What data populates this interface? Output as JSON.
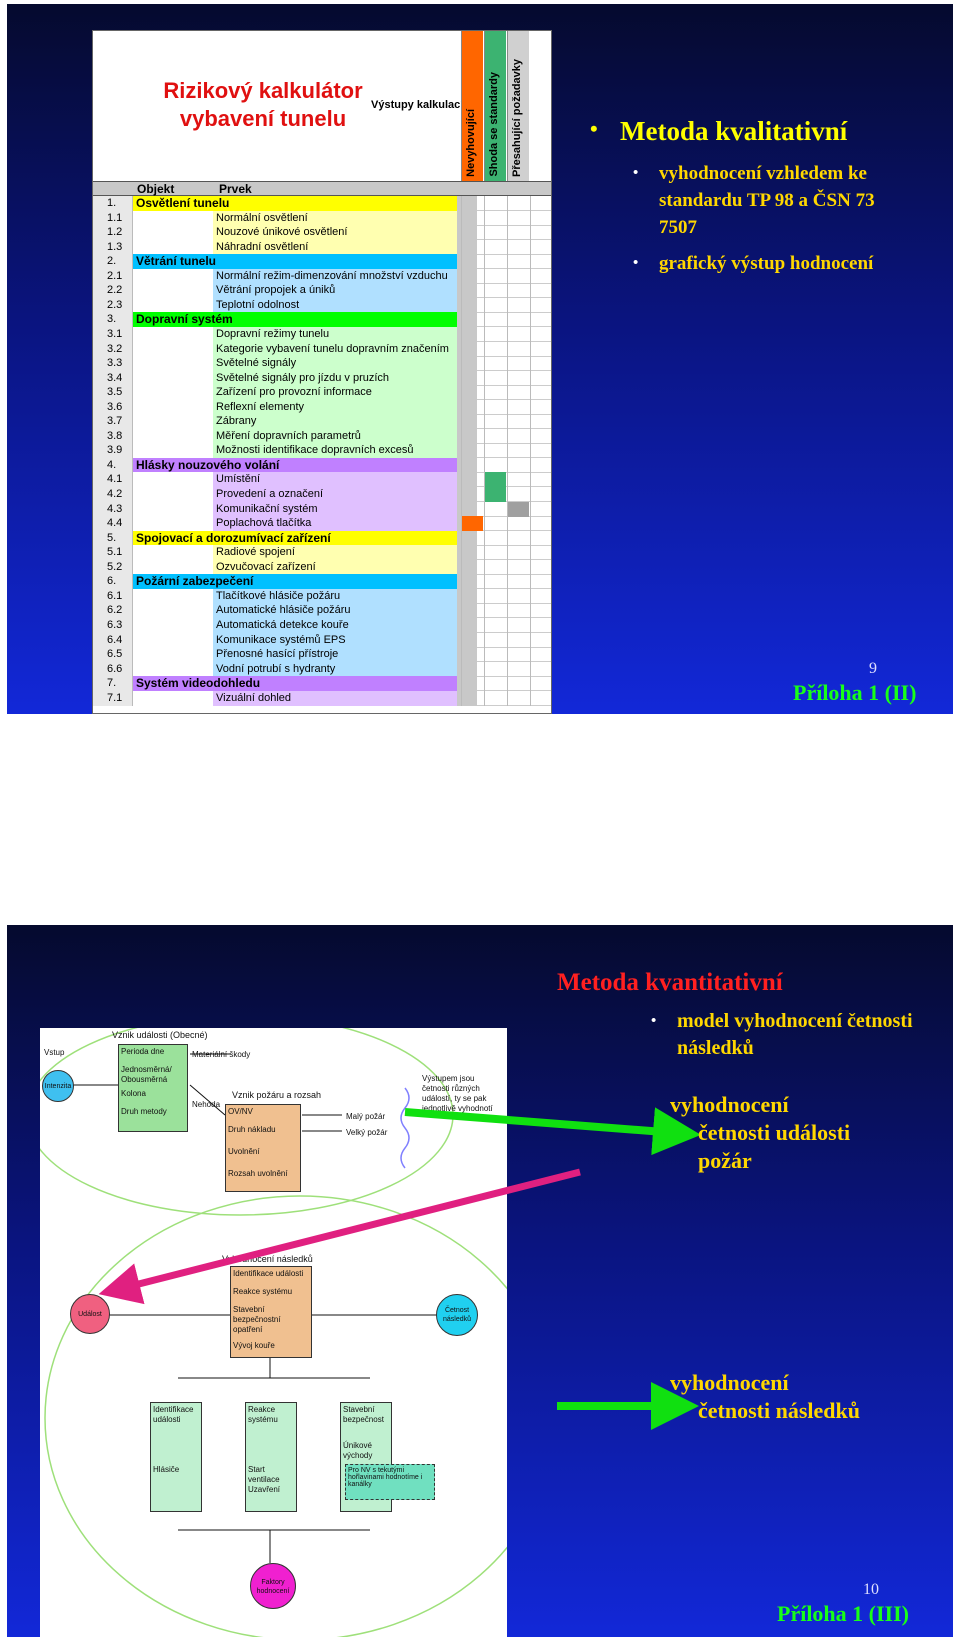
{
  "slide1": {
    "sheet_title": "Rizikový kalkulátor vybavení tunelu",
    "outputs_label": "Výstupy kalkulací:",
    "output_cols": [
      "Nevyhovující",
      "Shoda se standardy",
      "Přesahující požadavky"
    ],
    "col_object": "Objekt",
    "col_item": "Prvek",
    "rows": [
      {
        "n": "1.",
        "t": "Osvětlení tunelu",
        "h": true,
        "c": "#ffff00"
      },
      {
        "n": "1.1",
        "t": "Normální osvětlení",
        "h": false,
        "c": "#ffffb0"
      },
      {
        "n": "1.2",
        "t": "Nouzové únikové osvětlení",
        "h": false,
        "c": "#ffffb0"
      },
      {
        "n": "1.3",
        "t": "Náhradní osvětlení",
        "h": false,
        "c": "#ffffb0"
      },
      {
        "n": "2.",
        "t": "Větrání tunelu",
        "h": true,
        "c": "#00c0ff"
      },
      {
        "n": "2.1",
        "t": "Normální režim-dimenzování množství vzduchu",
        "h": false,
        "c": "#b0e0ff"
      },
      {
        "n": "2.2",
        "t": "Větrání propojek a úniků",
        "h": false,
        "c": "#b0e0ff"
      },
      {
        "n": "2.3",
        "t": "Teplotní odolnost",
        "h": false,
        "c": "#b0e0ff"
      },
      {
        "n": "3.",
        "t": "Dopravní systém",
        "h": true,
        "c": "#00ff00"
      },
      {
        "n": "3.1",
        "t": "Dopravní režimy tunelu",
        "h": false,
        "c": "#ccffcc"
      },
      {
        "n": "3.2",
        "t": "Kategorie vybavení tunelu dopravním značením",
        "h": false,
        "c": "#ccffcc"
      },
      {
        "n": "3.3",
        "t": "Světelné signály",
        "h": false,
        "c": "#ccffcc"
      },
      {
        "n": "3.4",
        "t": "Světelné signály pro jízdu v pruzích",
        "h": false,
        "c": "#ccffcc"
      },
      {
        "n": "3.5",
        "t": "Zařízení pro provozní informace",
        "h": false,
        "c": "#ccffcc"
      },
      {
        "n": "3.6",
        "t": "Reflexní elementy",
        "h": false,
        "c": "#ccffcc"
      },
      {
        "n": "3.7",
        "t": "Zábrany",
        "h": false,
        "c": "#ccffcc"
      },
      {
        "n": "3.8",
        "t": "Měření dopravních parametrů",
        "h": false,
        "c": "#ccffcc"
      },
      {
        "n": "3.9",
        "t": "Možnosti identifikace dopravních excesů",
        "h": false,
        "c": "#ccffcc"
      },
      {
        "n": "4.",
        "t": "Hlásky nouzového volání",
        "h": true,
        "c": "#c080ff"
      },
      {
        "n": "4.1",
        "t": "Umístění",
        "h": false,
        "c": "#e0c0ff"
      },
      {
        "n": "4.2",
        "t": "Provedení a označení",
        "h": false,
        "c": "#e0c0ff"
      },
      {
        "n": "4.3",
        "t": "Komunikační systém",
        "h": false,
        "c": "#e0c0ff"
      },
      {
        "n": "4.4",
        "t": "Poplachová tlačítka",
        "h": false,
        "c": "#e0c0ff"
      },
      {
        "n": "5.",
        "t": "Spojovací a dorozumívací zařízení",
        "h": true,
        "c": "#ffff00"
      },
      {
        "n": "5.1",
        "t": "Radiové spojení",
        "h": false,
        "c": "#ffffb0"
      },
      {
        "n": "5.2",
        "t": "Ozvučovací zařízení",
        "h": false,
        "c": "#ffffb0"
      },
      {
        "n": "6.",
        "t": "Požární zabezpečení",
        "h": true,
        "c": "#00c0ff"
      },
      {
        "n": "6.1",
        "t": "Tlačítkové hlásiče požáru",
        "h": false,
        "c": "#b0e0ff"
      },
      {
        "n": "6.2",
        "t": "Automatické hlásiče požáru",
        "h": false,
        "c": "#b0e0ff"
      },
      {
        "n": "6.3",
        "t": "Automatická detekce kouře",
        "h": false,
        "c": "#b0e0ff"
      },
      {
        "n": "6.4",
        "t": "Komunikace systémů EPS",
        "h": false,
        "c": "#b0e0ff"
      },
      {
        "n": "6.5",
        "t": "Přenosné hasící přístroje",
        "h": false,
        "c": "#b0e0ff"
      },
      {
        "n": "6.6",
        "t": "Vodní potrubí s hydranty",
        "h": false,
        "c": "#b0e0ff"
      },
      {
        "n": "7.",
        "t": "Systém videodohledu",
        "h": true,
        "c": "#c080ff"
      },
      {
        "n": "7.1",
        "t": "Vizuální dohled",
        "h": false,
        "c": "#e0c0ff"
      }
    ],
    "title": "Metoda kvalitativní",
    "bullets": [
      "vyhodnocení vzhledem ke standardu TP 98 a ČSN 73 7507",
      "grafický výstup hodnocení"
    ],
    "page_number": "9",
    "appendix": "Příloha 1 (II)"
  },
  "slide2": {
    "title": "Metoda kvantitativní",
    "bullet": "model vyhodnocení četnosti následků",
    "text1_l1": "vyhodnocení",
    "text1_l2": "četnosti události",
    "text1_l3": "požár",
    "text2_l1": "vyhodnocení",
    "text2_l2": "četnosti následků",
    "page_number": "10",
    "appendix": "Příloha 1 (III)",
    "diagram": {
      "top_title": "Vznik události (Obecné)",
      "vstup": "Vstup",
      "intenzita": "Intenzita",
      "box1": [
        "Perioda dne",
        "Jednosměrná/ Obousměrná",
        "Kolona",
        "Druh metody"
      ],
      "material": "Materiální škody",
      "nehoda": "Nehoda",
      "fire_title": "Vznik požáru a rozsah",
      "fire_box": [
        "OV/NV",
        "Druh nákladu",
        "Uvolnění",
        "Rozsah uvolnění"
      ],
      "small_fire": "Malý požár",
      "big_fire": "Velký požár",
      "note": "Výstupem jsou četnosti různých událostí, ty se pak jednotlivě vyhodnotí",
      "cons_title": "Vyhodnocení následků",
      "cons_box": [
        "Identifikace události",
        "Reakce systému",
        "Stavební bezpečnostní opatření",
        "Vývoj kouře"
      ],
      "udalost": "Událost",
      "cetnost": "Četnost následků",
      "id_box_title": "Identifikace události",
      "id_box_item": "Hlásiče",
      "react_title": "Reakce systému",
      "react_items": [
        "Start ventilace",
        "Uzavření"
      ],
      "build_title": "Stavební bezpečnost",
      "build_item": "Únikové východy",
      "nv_note": "Pro NV s tekutými hořlavinami hodnotíme i kanálky",
      "faktory": "Faktory hodnocení"
    }
  }
}
